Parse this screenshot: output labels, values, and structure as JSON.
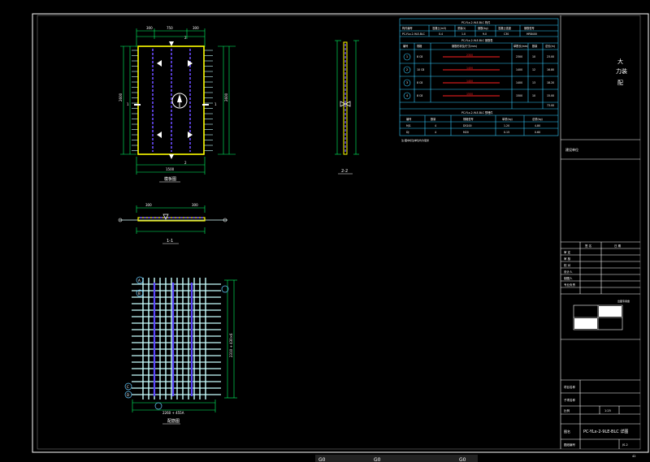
{
  "title_block": {
    "company_line1": "大",
    "company_line2": "力装",
    "company_line3": "配",
    "project_label": "建设单位",
    "sign_headers": [
      "签 名",
      "日 期"
    ],
    "seal_caption": "出图专用章",
    "drawing_title": "PC-YLx-2-9LE-BLC 详图",
    "row_labels": [
      "审 定",
      "审 核",
      "校 对",
      "设计人",
      "制图人",
      "专业负责"
    ],
    "meta_labels": [
      "项目名称",
      "子项名称"
    ],
    "meta_row": [
      "比例",
      "1:25"
    ],
    "drawing_no_label": "图名",
    "sheet_label": "图纸编号",
    "sheet_value": "JS-2",
    "page_number": "42"
  },
  "views": {
    "plan_caption": "模板图",
    "section_1": "1-1",
    "section_2": "2-2",
    "rebar_caption": "配筋图",
    "plan_top_dims": [
      "300",
      "750",
      "300"
    ],
    "plan_height_dim": "2600",
    "plan_width_dim": "1500",
    "section_dims": [
      "300",
      "300"
    ],
    "rebar_width_dim": "2260 + 455A",
    "rebar_height_dim": "2310 + 430×6",
    "axis_letters": [
      "A",
      "B",
      "C",
      "D"
    ]
  },
  "tables": {
    "component_title": "PC-YLx-2-9LE-BLC 构件",
    "component_header": [
      "构件编号",
      "混凝土(m3)",
      "重量(t)",
      "钢筋(kg)",
      "混凝土强度",
      "钢筋型号"
    ],
    "component_row": [
      "PC-YLx-2-9LE-BLC",
      "0.4",
      "1.0",
      "9.0",
      "C30",
      "HRB400"
    ],
    "rebar_title": "PC-YLx-2-9LE-BLC 钢筋表",
    "rebar_header": [
      "编号",
      "规格",
      "钢筋形状及尺寸(mm)",
      "单根长(mm)",
      "数量",
      "总长(m)"
    ],
    "rebar_rows": [
      [
        "1",
        "8 C8",
        "2300",
        "2300",
        "10",
        "23.00"
      ],
      [
        "2",
        "10 C8",
        "1400",
        "1400",
        "12",
        "16.80"
      ],
      [
        "3",
        "8 C8",
        "1400",
        "1400",
        "13",
        "18.20"
      ],
      [
        "4",
        "8 C8",
        "1500",
        "1500",
        "10",
        "15.00"
      ]
    ],
    "rebar_total": "73.00",
    "parts_title": "PC-YLx-2-9LE-BLC 预埋件",
    "parts_header": [
      "编号",
      "数量",
      "规格型号",
      "单重(kg)",
      "总重(kg)"
    ],
    "parts_rows": [
      [
        "MJ1",
        "4",
        "DS100",
        "1.20",
        "4.80"
      ],
      [
        "DJ",
        "4",
        "M20",
        "0.15",
        "0.60"
      ]
    ],
    "note_line": "注:图中标注单位均为毫米"
  },
  "statusbar": {
    "left": "G0",
    "mid": "G0",
    "right": "G0"
  },
  "colors": {
    "frame": "#ffffff",
    "outline": "#ffff00",
    "dimension": "#00ff66",
    "rebar": "#c8ffff",
    "rebar_hidden": "#5a46ff",
    "table": "#3cf",
    "highlight": "#ff2020"
  }
}
